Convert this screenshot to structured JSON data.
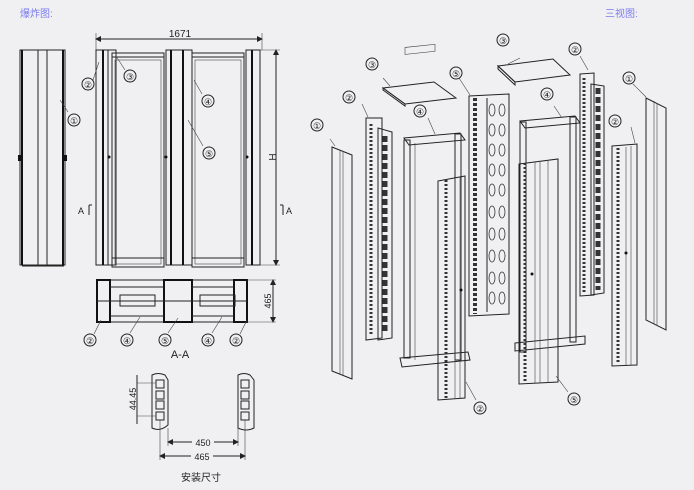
{
  "headers": {
    "exploded_view": "爆炸图:",
    "three_views": "三视图:"
  },
  "front_view": {
    "width_dim": "1671",
    "height_dim": "H",
    "section_marker_left": "A",
    "section_marker_right": "A"
  },
  "section_view": {
    "label": "A-A",
    "depth_dim": "465",
    "callouts": [
      "②",
      "④",
      "⑤",
      "④",
      "②"
    ]
  },
  "mounting": {
    "pitch_dim": "44.45",
    "inner_dim": "450",
    "outer_dim": "465",
    "caption": "安装尺寸"
  },
  "callouts": {
    "c1": "①",
    "c2": "②",
    "c3": "③",
    "c4": "④",
    "c5": "⑤"
  },
  "colors": {
    "header_text": "#7b7bf0",
    "background": "#f0f0f2",
    "line": "#222222"
  }
}
